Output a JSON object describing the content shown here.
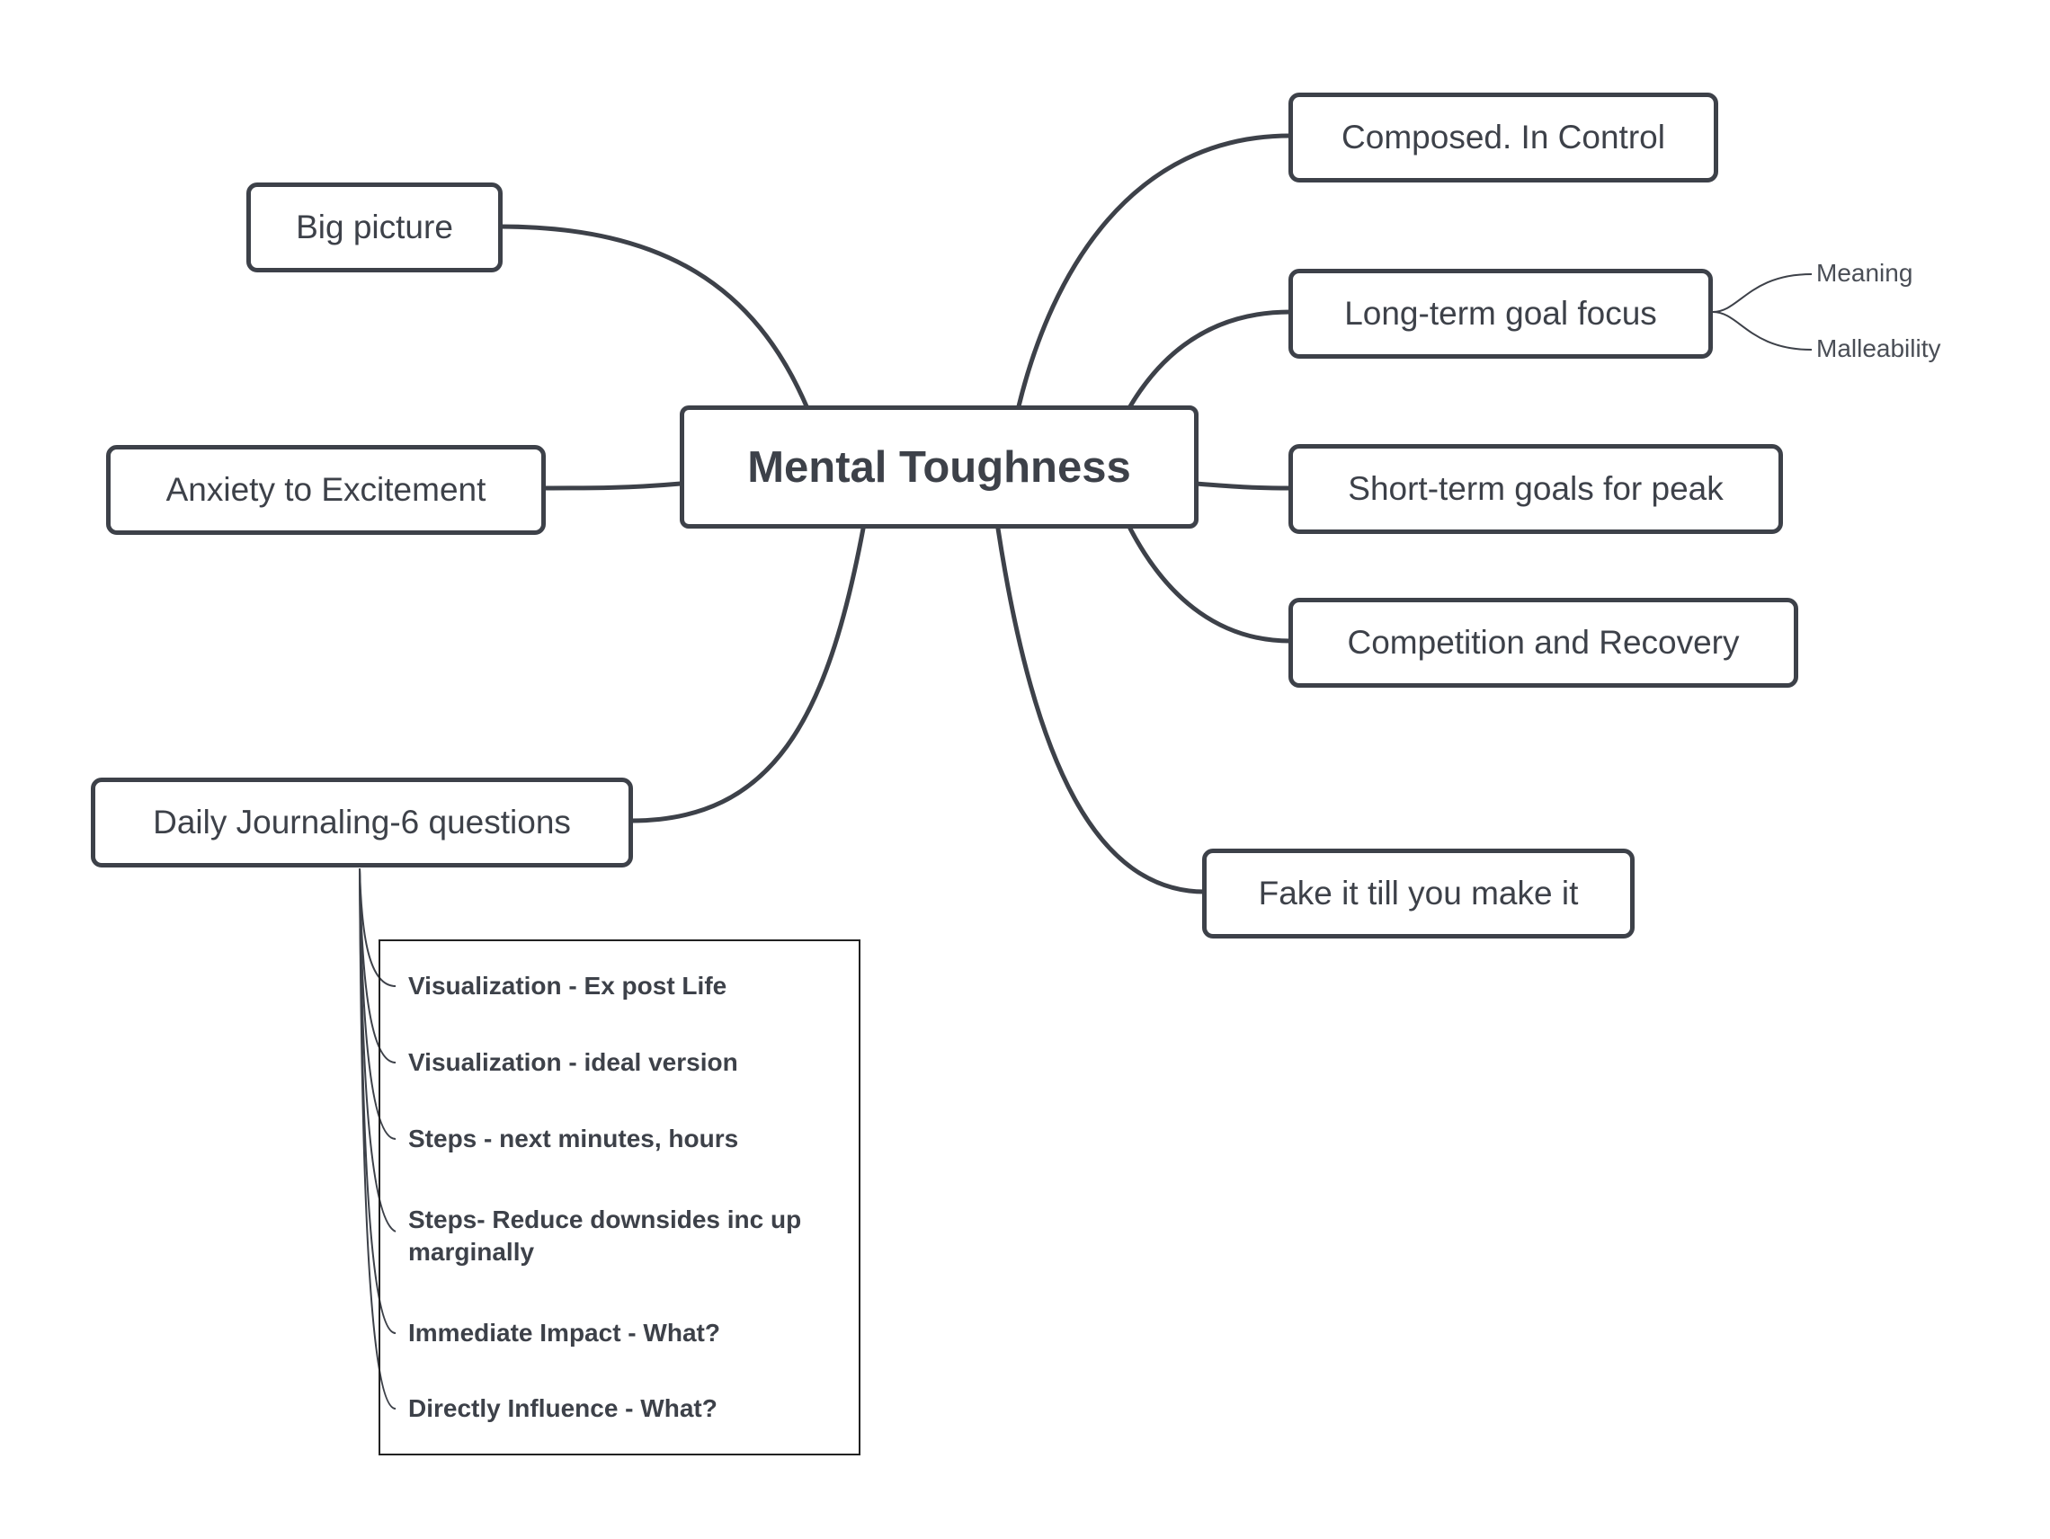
{
  "central": "Mental Toughness",
  "nodes": {
    "big_picture": "Big picture",
    "anxiety": "Anxiety to Excitement",
    "journaling": "Daily Journaling-6 questions",
    "composed": "Composed. In Control",
    "long_term": "Long-term goal focus",
    "short_term": "Short-term goals for peak",
    "competition": "Competition and Recovery",
    "fake_it": "Fake it till you make it"
  },
  "long_term_children": [
    "Meaning",
    "Malleability"
  ],
  "journal_items": [
    "Visualization - Ex post Life",
    "Visualization - ideal version",
    "Steps - next minutes, hours",
    "Steps- Reduce downsides inc up marginally",
    "Immediate Impact - What?",
    "Directly Influence - What?"
  ],
  "colors": {
    "stroke": "#3d4149",
    "background": "#ffffff"
  }
}
